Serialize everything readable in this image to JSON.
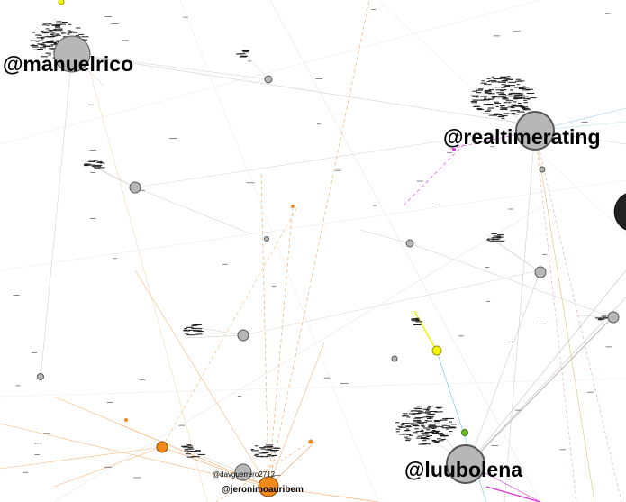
{
  "graph": {
    "hub_labels": [
      {
        "id": "manuelrico",
        "text": "@manuelrico"
      },
      {
        "id": "realtimerating",
        "text": "@realtimerating"
      },
      {
        "id": "luubolena",
        "text": "@luubolena"
      }
    ],
    "small_labels": [
      {
        "id": "davguerrero",
        "text": "@davguerrero2712"
      },
      {
        "id": "jeronimoauribem",
        "text": "@jeronimoauribem"
      }
    ],
    "colors": {
      "hub_node": "#b7b7b7",
      "edge_gray": "#c8c8c8",
      "edge_orange": "#f4a45a",
      "edge_magenta": "#d63bd6",
      "edge_cyan": "#6cc4e8",
      "node_orange": "#f28a1b",
      "node_yellow": "#f5f20a",
      "node_green": "#6bbf2a"
    }
  }
}
